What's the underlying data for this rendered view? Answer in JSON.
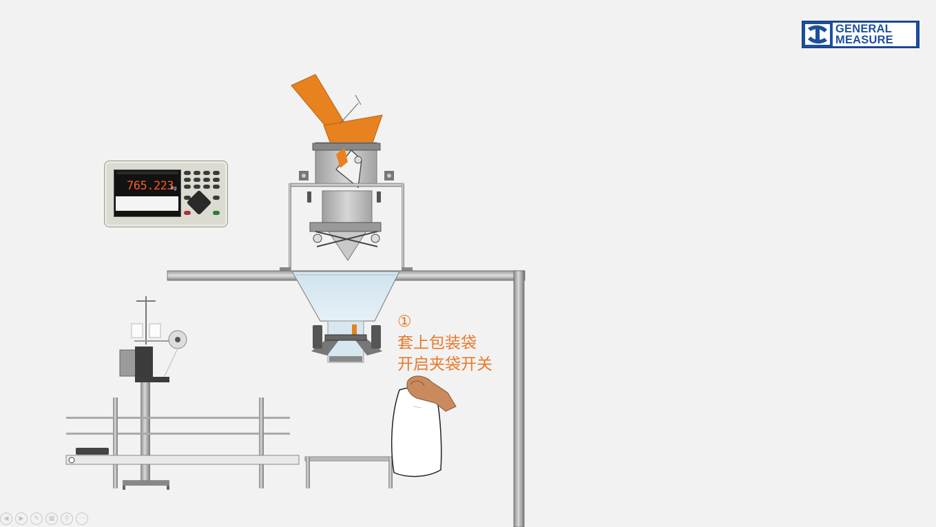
{
  "logo": {
    "line1": "GENERAL",
    "line2": "MEASURE",
    "brand_color": "#1d4f9c"
  },
  "controller": {
    "weight_value": "765.223",
    "weight_unit": "kg",
    "display_color": "#ff5a1f"
  },
  "caption": {
    "step": "①",
    "line1": "套上包装袋",
    "line2": "开启夹袋开关",
    "color": "#e8792a"
  },
  "accent_color": "#e8821e",
  "toolbar": {
    "buttons": [
      "prev-icon",
      "next-icon",
      "pen-icon",
      "slides-icon",
      "zoom-icon",
      "more-icon"
    ]
  }
}
